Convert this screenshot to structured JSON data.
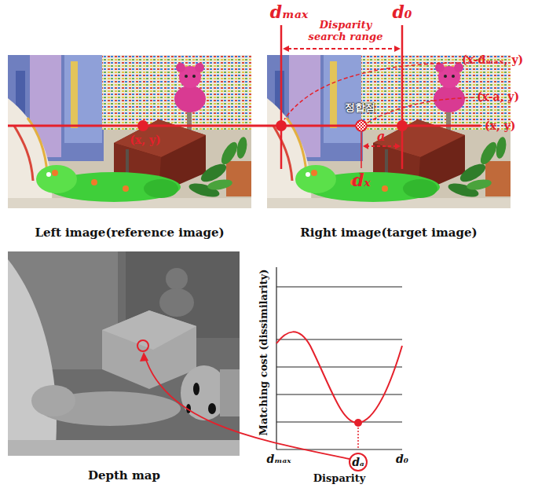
{
  "diagram": {
    "nodes": [
      {
        "text": [
          "dₐ"
        ]
      }
    ],
    "labels": [
      "dₘₐₓ",
      "d₀",
      "Disparity search range",
      "(x-dₘₐₓ, y)",
      "(x-a, y)",
      "(x, y)",
      "(x, y)",
      "정합점",
      "a",
      "dₓ",
      "Left image(reference image)",
      "Right image(target image)",
      "Depth map",
      "Matching cost (dissimilarity)",
      "dₘₐₓ",
      "d₀",
      "Disparity"
    ]
  }
}
